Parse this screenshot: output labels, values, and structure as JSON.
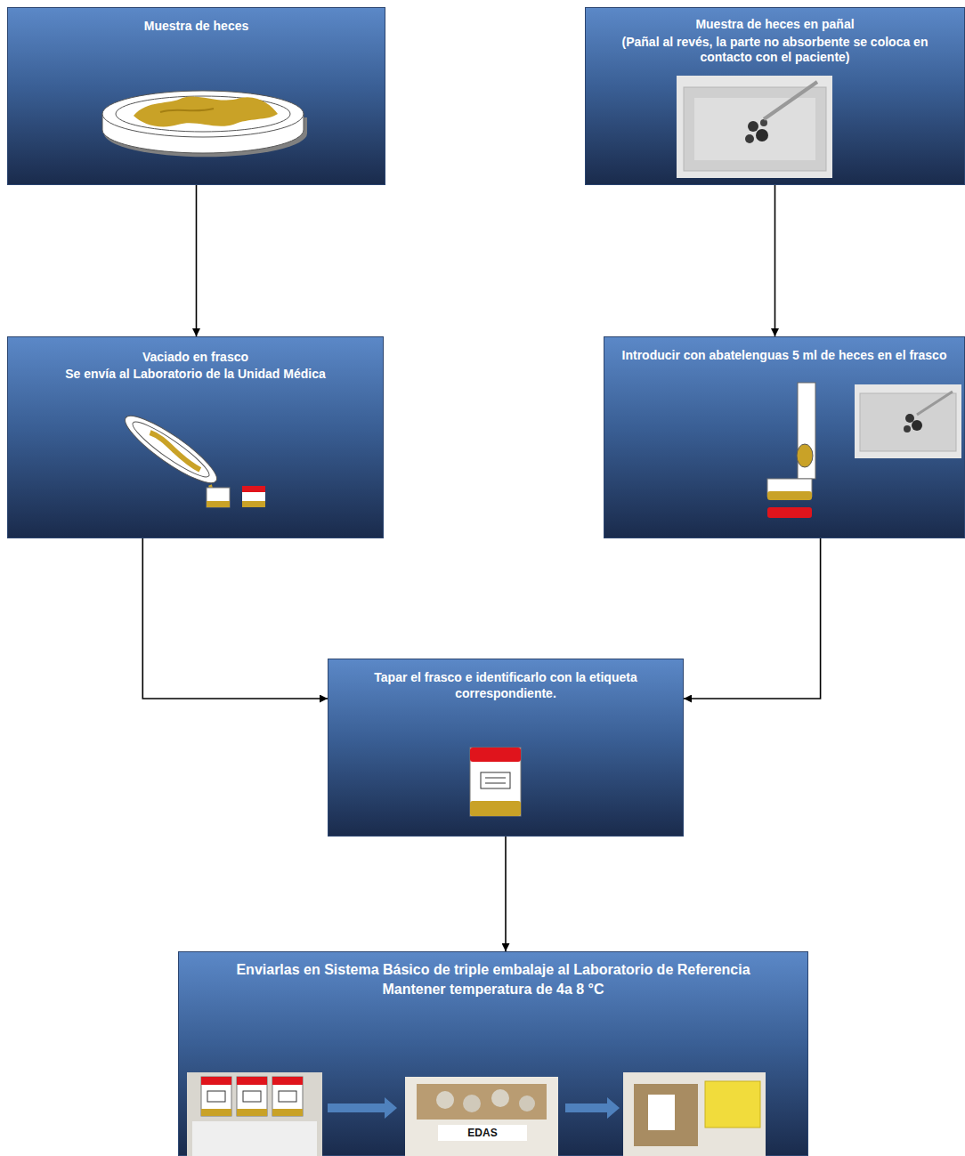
{
  "diagram": {
    "nodes": [
      {
        "text": [
          "Muestra de heces"
        ]
      },
      {
        "text": [
          "Muestra de heces en pañal",
          "(Pañal al revés, la parte no absorbente se coloca en contacto con el paciente)"
        ]
      },
      {
        "text": [
          "Vaciado en frasco",
          "Se envía al Laboratorio de la Unidad Médica"
        ]
      },
      {
        "text": [
          "Introducir con abatelenguas 5 ml de heces en el frasco"
        ]
      },
      {
        "text": [
          "Tapar el frasco e identificarlo con la etiqueta correspondiente."
        ]
      },
      {
        "text": [
          "Enviarlas en Sistema Básico de triple embalaje al Laboratorio de Referencia",
          "Mantener temperatura de 4a 8 °C"
        ]
      }
    ],
    "edges": [
      {
        "from": 0,
        "to": 2,
        "arrow": "to"
      },
      {
        "from": 1,
        "to": 3,
        "arrow": "to"
      },
      {
        "from": 2,
        "to": 4,
        "arrow": "to"
      },
      {
        "from": 3,
        "to": 4,
        "arrow": "to"
      },
      {
        "from": 4,
        "to": 5,
        "arrow": "to"
      }
    ],
    "labels": [
      "EDAS"
    ]
  }
}
